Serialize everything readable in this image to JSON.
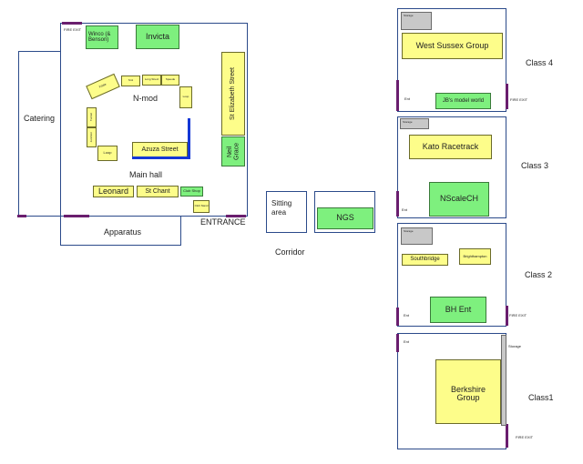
{
  "main": {
    "fire_exit": "FIRE EXIT",
    "winco": "Winco (& Benson)",
    "invicta": "Invicta",
    "catering": "Catering",
    "nmod": "N-mod",
    "main_hall": "Main hall",
    "st_elizabeth": "St Elizabeth Street",
    "neil_grace": "Neil Grace",
    "azuza": "Azuza Street",
    "leonard": "Leonard",
    "st_chant": "St Chant",
    "club_shop": "Club Shop",
    "club_stand": "Club Stand",
    "entrance": "ENTRANCE",
    "apparatus": "Apparatus",
    "loop_left": "Loop",
    "loop_right": "Loop",
    "fiddle": "Fiddle",
    "sm1": "Sml",
    "sm2": "Long Strect",
    "sm3": "Speede",
    "sm4": "Tunnel",
    "sm5": "Junction"
  },
  "middle": {
    "sitting": "Sitting area",
    "ngs": "NGS",
    "corridor": "Corridor"
  },
  "class4": {
    "title": "Class 4",
    "storage": "Storage",
    "wsg": "West Sussex Group",
    "jbs": "JB's model world",
    "fire": "FIRE EXIT",
    "tag": "Ent"
  },
  "class3": {
    "title": "Class 3",
    "storage": "Storage",
    "kato": "Kato Racetrack",
    "nscale": "NScaleCH",
    "tag": "Ent"
  },
  "class2": {
    "title": "Class 2",
    "storage": "Storage",
    "southbridge": "Southbridge",
    "brighthampton": "Brighthampton",
    "bh": "BH Ent",
    "fire": "FIRE EXIT",
    "tag": "Ent"
  },
  "class1": {
    "title": "Class1",
    "storage": "Storage",
    "berkshire": "Berkshire Group",
    "fire": "FIRE EXIT",
    "tag": "Ent"
  }
}
